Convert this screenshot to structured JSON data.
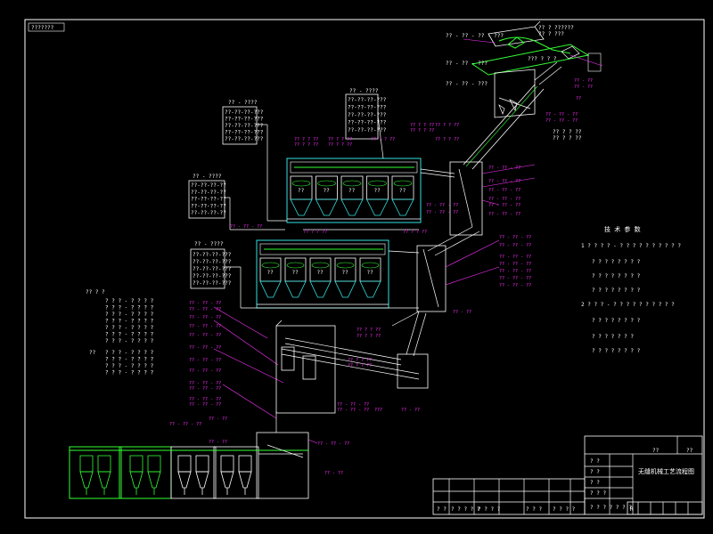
{
  "drawing": {
    "tag_label": "???????",
    "title_block": {
      "title": "无缝机械工艺流程图",
      "q1": "??",
      "q2": "??",
      "rows": [
        "? ?",
        "? ?",
        "? ?",
        "? ? ?",
        "? ? ? ? ? ? ?"
      ],
      "bottom_cells": [
        "? ?",
        "? ? ? ? ?",
        "? ? ? ?",
        "? ? ?",
        "? ? ? ?"
      ],
      "bottom_r": "R"
    },
    "top_equipment": {
      "label_a": "?? ? ??????",
      "label_b": "?? ? ???",
      "tag_1": "?? - ?? - ?? - ???",
      "tag_2": "??? ? ? ?",
      "tag_3": "?? - ?? - ???",
      "tag_4": "?? - ?? - ???"
    },
    "upper_silo": {
      "title_left": "?? - ????",
      "title_right": "?? - ????",
      "left_tags": [
        "??-??-??-???",
        "??-??-??-???",
        "??-??-??-???",
        "??-??-??-???",
        "??-??-??-???"
      ],
      "right_tags": [
        "??-??-??-???",
        "??-??-??-???",
        "??-??-??-???",
        "??-??-??-???",
        "??-??-??-???"
      ],
      "bins": [
        "??",
        "??",
        "??",
        "??",
        "??"
      ]
    },
    "mid_silo": {
      "title": "?? - ????",
      "tags": [
        "??-??-??-??",
        "??-??-??-??",
        "??-??-??-??",
        "??-??-??-??",
        "??-??-??-??"
      ]
    },
    "lower_silo": {
      "title": "?? - ????",
      "tags": [
        "??-??-??-???",
        "??-??-??-???",
        "??-??-??-???",
        "??-??-??-???",
        "??-??-??-???"
      ],
      "bins": [
        "??",
        "??",
        "??",
        "??",
        "??"
      ]
    },
    "legend": {
      "header": "?? ? ?",
      "items": [
        "? ? ? - ? ? ? ?",
        "? ? ? - ? ? ? ?",
        "? ? ? - ? ? ? ?",
        "? ? ? - ? ? ? ?",
        "? ? ? - ? ? ? ?",
        "? ? ? - ? ? ? ?",
        "? ? ? - ? ? ? ?"
      ],
      "sub_header": "??",
      "sub_items": [
        "? ? ? - ? ? ? ?",
        "? ? ? - ? ? ? ?",
        "? ? ? - ? ? ? ?",
        "? ? ? - ? ? ? ?"
      ]
    },
    "spec_notes": {
      "title": "技 术 参 数",
      "lines": [
        "1 ? ? ? ? - ? ? ? ? ? ? ? ? ? ?",
        "? ? ? ? ? ? ? ?",
        "? ? ? ? ? ? ? ?",
        "? ? ? ? ? ? ? ?",
        "2 ? ? ? - ? ? ? ? ? ? ? ? ? ?",
        "? ? ? ? ? ? ? ?",
        "? ? ? ? ? ? ?",
        "? ? ? ? ? ? ? ?"
      ]
    },
    "magenta_tags": [
      "??-??-??",
      "??-??-??",
      "??-??-??",
      "??-??-???",
      "??-??-??",
      "???-??"
    ]
  }
}
